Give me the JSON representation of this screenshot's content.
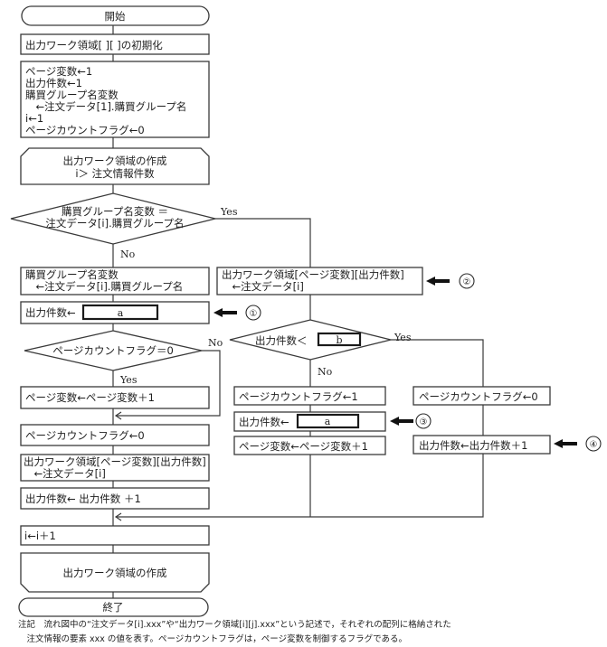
{
  "flowchart": {
    "start": "開始",
    "init": "出力ワーク領域[ ][ ]の初期化",
    "setup": [
      "ページ変数←1",
      "出力件数←1",
      "購買グループ名変数",
      "　←注文データ[1].購買グループ名",
      "i←1",
      "ページカウントフラグ←0"
    ],
    "loop_start": [
      "出力ワーク領域の作成",
      "i＞ 注文情報件数"
    ],
    "decision1": [
      "購買グループ名変数 ＝",
      "注文データ[i].購買グループ名"
    ],
    "decision1_yes": "Yes",
    "decision1_no": "No",
    "no_branch": {
      "assign_group": [
        "購買グループ名変数",
        "　←注文データ[i].購買グループ名"
      ],
      "count_assign_prefix": "出力件数←",
      "blank_a": "a",
      "decision_flag": "ページカウントフラグ＝0",
      "flag_yes": "Yes",
      "flag_no": "No",
      "page_inc": "ページ変数←ページ変数＋1",
      "flag_reset": "ページカウントフラグ←0",
      "store": [
        "出力ワーク領域[ページ変数][出力件数]",
        "　←注文データ[i]"
      ],
      "count_inc": "出力件数← 出力件数 ＋1"
    },
    "yes_branch": {
      "store": [
        "出力ワーク領域[ページ変数][出力件数]",
        "　←注文データ[i]"
      ],
      "decision_prefix": "出力件数＜",
      "blank_b": "b",
      "dec_yes": "Yes",
      "dec_no": "No",
      "no_flag": "ページカウントフラグ←1",
      "no_count_prefix": "出力件数←",
      "blank_a": "a",
      "no_page_inc": "ページ変数←ページ変数＋1",
      "yes_flag": "ページカウントフラグ←0",
      "yes_count_inc": "出力件数←出力件数＋1"
    },
    "i_inc": "i←i＋1",
    "loop_end": "出力ワーク領域の作成",
    "end": "終了"
  },
  "markers": [
    "①",
    "②",
    "③",
    "④"
  ],
  "note": [
    "注記　流れ図中の“注文データ[i].xxx”や“出力ワーク領域[i][j].xxx”という記述で，それぞれの配列に格納された",
    "　注文情報の要素 xxx の値を表す。ページカウントフラグは，ページ変数を制御するフラグである。"
  ]
}
